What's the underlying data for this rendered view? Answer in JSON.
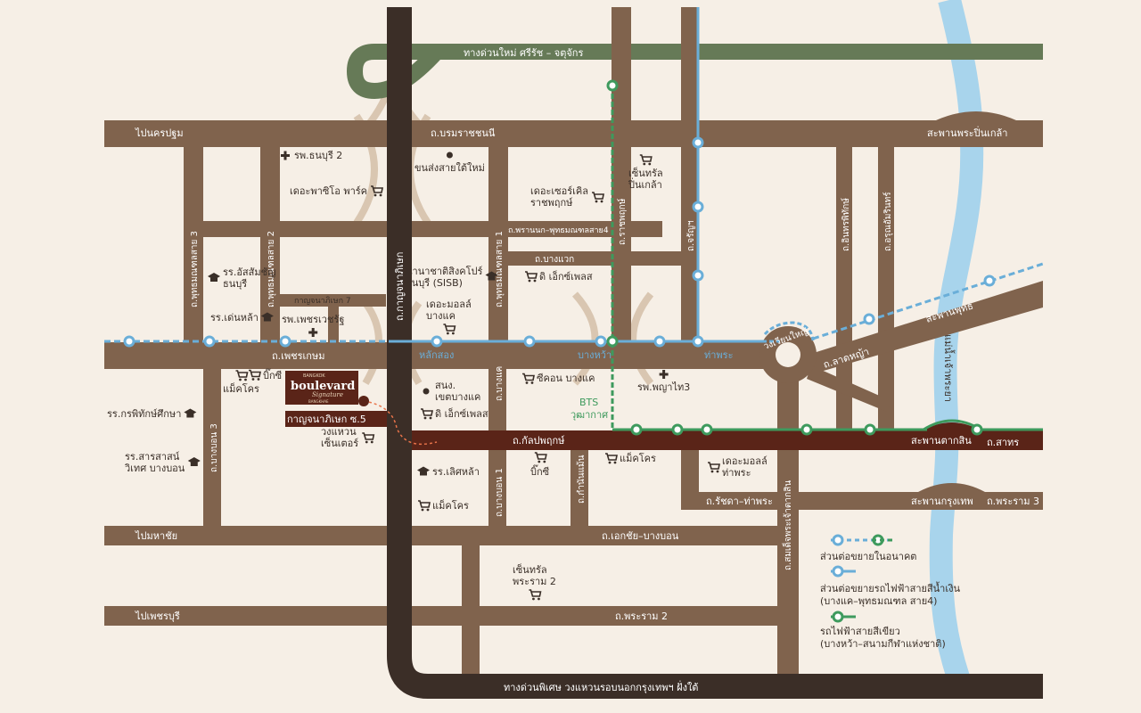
{
  "colors": {
    "background": "#f6efe6",
    "road": "#80634d",
    "expressway": "#3b2e27",
    "highlight_road": "#5a2418",
    "green_road": "#667a57",
    "river": "#a8d4ec",
    "blue_line": "#6aaed8",
    "green_line": "#3e9a5d",
    "interchange": "#d9c6b1"
  },
  "roads": {
    "expressway_top": "ทางด่วนใหม่ ศรีรัช – จตุจักร",
    "borommaratchachonnani": "ถ.บรมราชชนนี",
    "nakhon_pathom": "ไปนครปฐม",
    "pinklao_bridge": "สะพานพระปิ่นเกล้า",
    "phetkasem": "ถ.เพชรเกษม",
    "kalapaphruek": "ถ.กัลปพฤกษ์",
    "ekkachai_bangbon": "ถ.เอกชัย–บางบอน",
    "mahachai": "ไปมหาชัย",
    "rama2": "ถ.พระราม 2",
    "phetchaburi": "ไปเพชรบุรี",
    "outer_ring": "ทางด่วนพิเศษ วงแหวนรอบนอกกรุงเทพฯ ฝั่งใต้",
    "kanchanaphisek": "ถ.กาญจนาภิเษก",
    "phutthamonthon3": "ถ.พุทธมณฑลสาย 3",
    "phutthamonthon2": "ถ.พุทธมณฑลสาย 2",
    "phutthamonthon1": "ถ.พุทธมณฑลสาย 1",
    "bangwaek": "ถ.บางแวก",
    "phran_nok": "ถ.พรานนก–พุทธมณฑลสาย4",
    "ratchaphruek": "ถ.ราชพฤกษ์",
    "charansanitwong": "ถ.จรัญฯ",
    "inthraphitak": "ถ.อินทรพิทักษ์",
    "arun_amarin": "ถ.อรุณอัมรินทร์",
    "bang_bon3": "ถ.บางบอน 3",
    "bang_bon1": "ถ.บางบอน 1",
    "bangkhae": "ถ.บางแค",
    "kamnan_maen": "ถ.กำนันแม้น",
    "lat_ya": "ถ.ลาดหญ้า",
    "ratchada_thapra": "ถ.รัชดา–ท่าพระ",
    "somdet_chaophraya": "ถ.สมเด็จพระเจ้าตากสิน",
    "sathon": "ถ.สาทร",
    "rama3": "ถ.พระราม 3",
    "taksin_bridge": "สะพานตากสิน",
    "krungthep_bridge": "สะพานกรุงเทพ",
    "phut_bridge": "สะพานพุทธ",
    "wongwian_yai": "วงเวียนใหญ่",
    "kanchana_7": "กาญจนาภิเษก 7",
    "kanchana_s5": "กาญจนาภิเษก ซ.5",
    "chao_phraya": "แม่น้ำเจ้าพระยา"
  },
  "stations": {
    "lak_song": "หลักสอง",
    "bang_wa": "บางหว้า",
    "tha_phra": "ท่าพระ",
    "bts_label": "BTS",
    "bts_wutthakat": "วุฒากาศ"
  },
  "places": {
    "thonburi2": "รพ.ธนบุรี 2",
    "palio": "เดอะพาซิโอ พาร์ค",
    "southern_bus": "ขนส่งสายใต้ใหม่",
    "circle_rajapruek": "เดอะเซอร์เคิล\nราชพฤกษ์",
    "central_pinklao": "เซ็นทรัล\nปิ่นเกล้า",
    "assumption": "รร.อัสสัมชัญ\nธนบุรี",
    "sisb": "นานาชาติสิงคโปร์\nธนบุรี (SISB)",
    "x_place_1": "ดิ เอ็กซ์เพลส",
    "tenlah": "รร.เด่นหล้า",
    "phetcharavej": "รพ.เพชรเวชรัฐ",
    "mall_bangkhae": "เดอะมอลล์\nบางแค",
    "makro_1": "แม็คโคร",
    "bigc_1": "บิ๊กซี",
    "seacon": "ซีคอน บางแค",
    "phyathai3": "รพ.พญาไท3",
    "district_office": "สนง.\nเขตบางแค",
    "x_place_2": "ดิ เอ็กซ์เพลส",
    "wongwaen": "วงแหวน\nเซ็นเตอร์",
    "kanchanapisek_school": "รร.กรพิทักษ์ศึกษา",
    "sarasas": "รร.สารสาสน์\nวิเทศ บางบอน",
    "lertla": "รร.เลิศหล้า",
    "bigc_2": "บิ๊กซี",
    "makro_2": "แม็คโคร",
    "makro_3": "แม็คโคร",
    "mall_thapra": "เดอะมอลล์\nท่าพระ",
    "central_rama2": "เซ็นทรัล\nพระราม 2"
  },
  "project": {
    "brand_top": "BANGKOK",
    "brand_main": "boulevard",
    "brand_script": "Signature",
    "brand_bottom": "BANGKHAE"
  },
  "legend": {
    "future_extension": "ส่วนต่อขยายในอนาคต",
    "blue_extension": "ส่วนต่อขยายรถไฟฟ้าสายสีน้ำเงิน",
    "blue_extension_sub": "(บางแค–พุทธมณฑล สาย4)",
    "green_line": "รถไฟฟ้าสายสีเขียว",
    "green_line_sub": "(บางหว้า–สนามกีฬาแห่งชาติ)"
  }
}
